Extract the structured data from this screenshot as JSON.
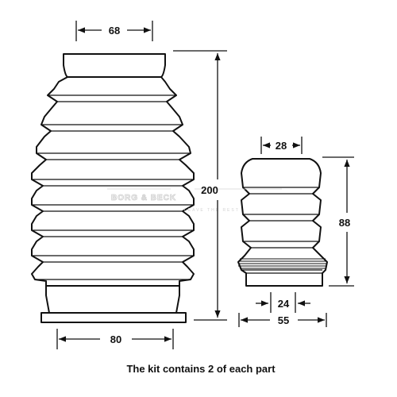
{
  "large_boot": {
    "top_diameter": "68",
    "height": "200",
    "base_diameter": "80"
  },
  "small_boot": {
    "top_diameter": "28",
    "height": "88",
    "inner_diameter": "24",
    "base_diameter": "55"
  },
  "watermark": {
    "brand": "BORG & BECK",
    "tagline": "LEAVE THE REST"
  },
  "caption": "The kit contains 2 of each part",
  "colors": {
    "line": "#111111",
    "watermark": "#c9c9c9"
  }
}
